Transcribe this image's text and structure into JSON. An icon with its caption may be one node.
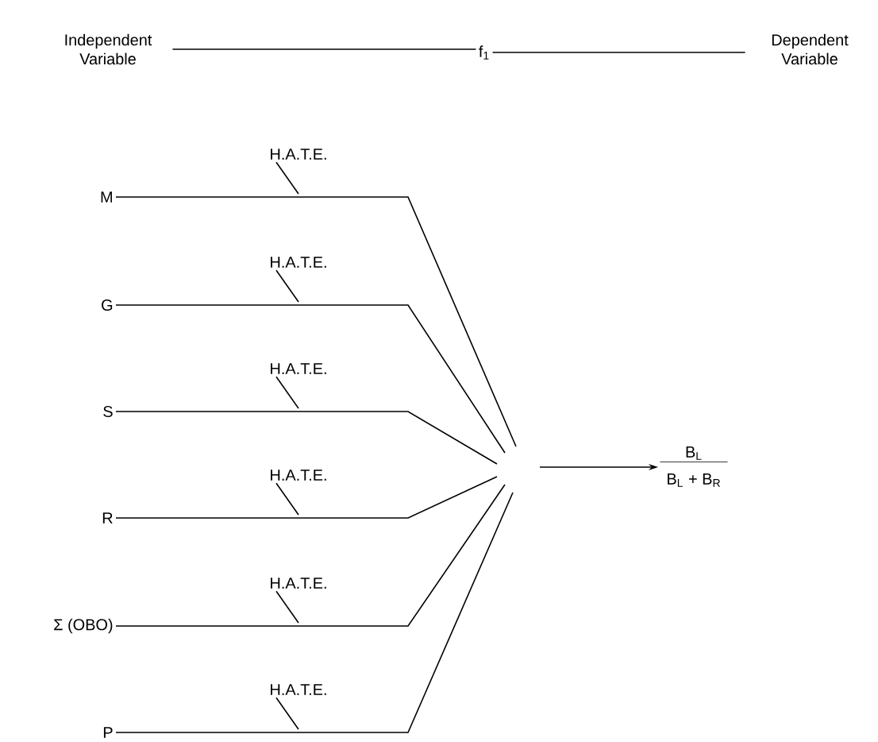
{
  "diagram": {
    "nodes": [
      {
        "text": [
          "Independent Variable"
        ]
      },
      {
        "text": [
          "f$_{1}$"
        ]
      },
      {
        "text": [
          "Dependent Variable"
        ]
      },
      {
        "text": [
          "M"
        ]
      },
      {
        "text": [
          "G"
        ]
      },
      {
        "text": [
          "S"
        ]
      },
      {
        "text": [
          "R"
        ]
      },
      {
        "text": [
          "Σ (OBO)"
        ]
      },
      {
        "text": [
          "P"
        ]
      },
      {
        "text": [
          "H.A.T.E."
        ]
      },
      {
        "text": [
          "H.A.T.E."
        ]
      },
      {
        "text": [
          "H.A.T.E."
        ]
      },
      {
        "text": [
          "H.A.T.E."
        ]
      },
      {
        "text": [
          "H.A.T.E."
        ]
      },
      {
        "text": [
          "H.A.T.E."
        ]
      },
      {
        "text": [
          "B$_{L}$",
          "B$_{L}$ + B$_{R}$"
        ]
      }
    ],
    "edges": [
      {
        "from": 0,
        "to": 1,
        "arrow": "none"
      },
      {
        "from": 1,
        "to": 2,
        "arrow": "none"
      },
      {
        "from": 3,
        "to": null,
        "arrow": "none"
      },
      {
        "from": 4,
        "to": null,
        "arrow": "none"
      },
      {
        "from": 5,
        "to": null,
        "arrow": "none"
      },
      {
        "from": 6,
        "to": null,
        "arrow": "none"
      },
      {
        "from": 7,
        "to": null,
        "arrow": "none"
      },
      {
        "from": 8,
        "to": null,
        "arrow": "none"
      },
      {
        "from": 9,
        "to": null,
        "arrow": "none"
      },
      {
        "from": 10,
        "to": null,
        "arrow": "none"
      },
      {
        "from": 11,
        "to": null,
        "arrow": "none"
      },
      {
        "from": 12,
        "to": null,
        "arrow": "none"
      },
      {
        "from": 13,
        "to": null,
        "arrow": "none"
      },
      {
        "from": 14,
        "to": null,
        "arrow": "none"
      },
      {
        "from": null,
        "to": 15,
        "arrow": "to"
      }
    ]
  }
}
